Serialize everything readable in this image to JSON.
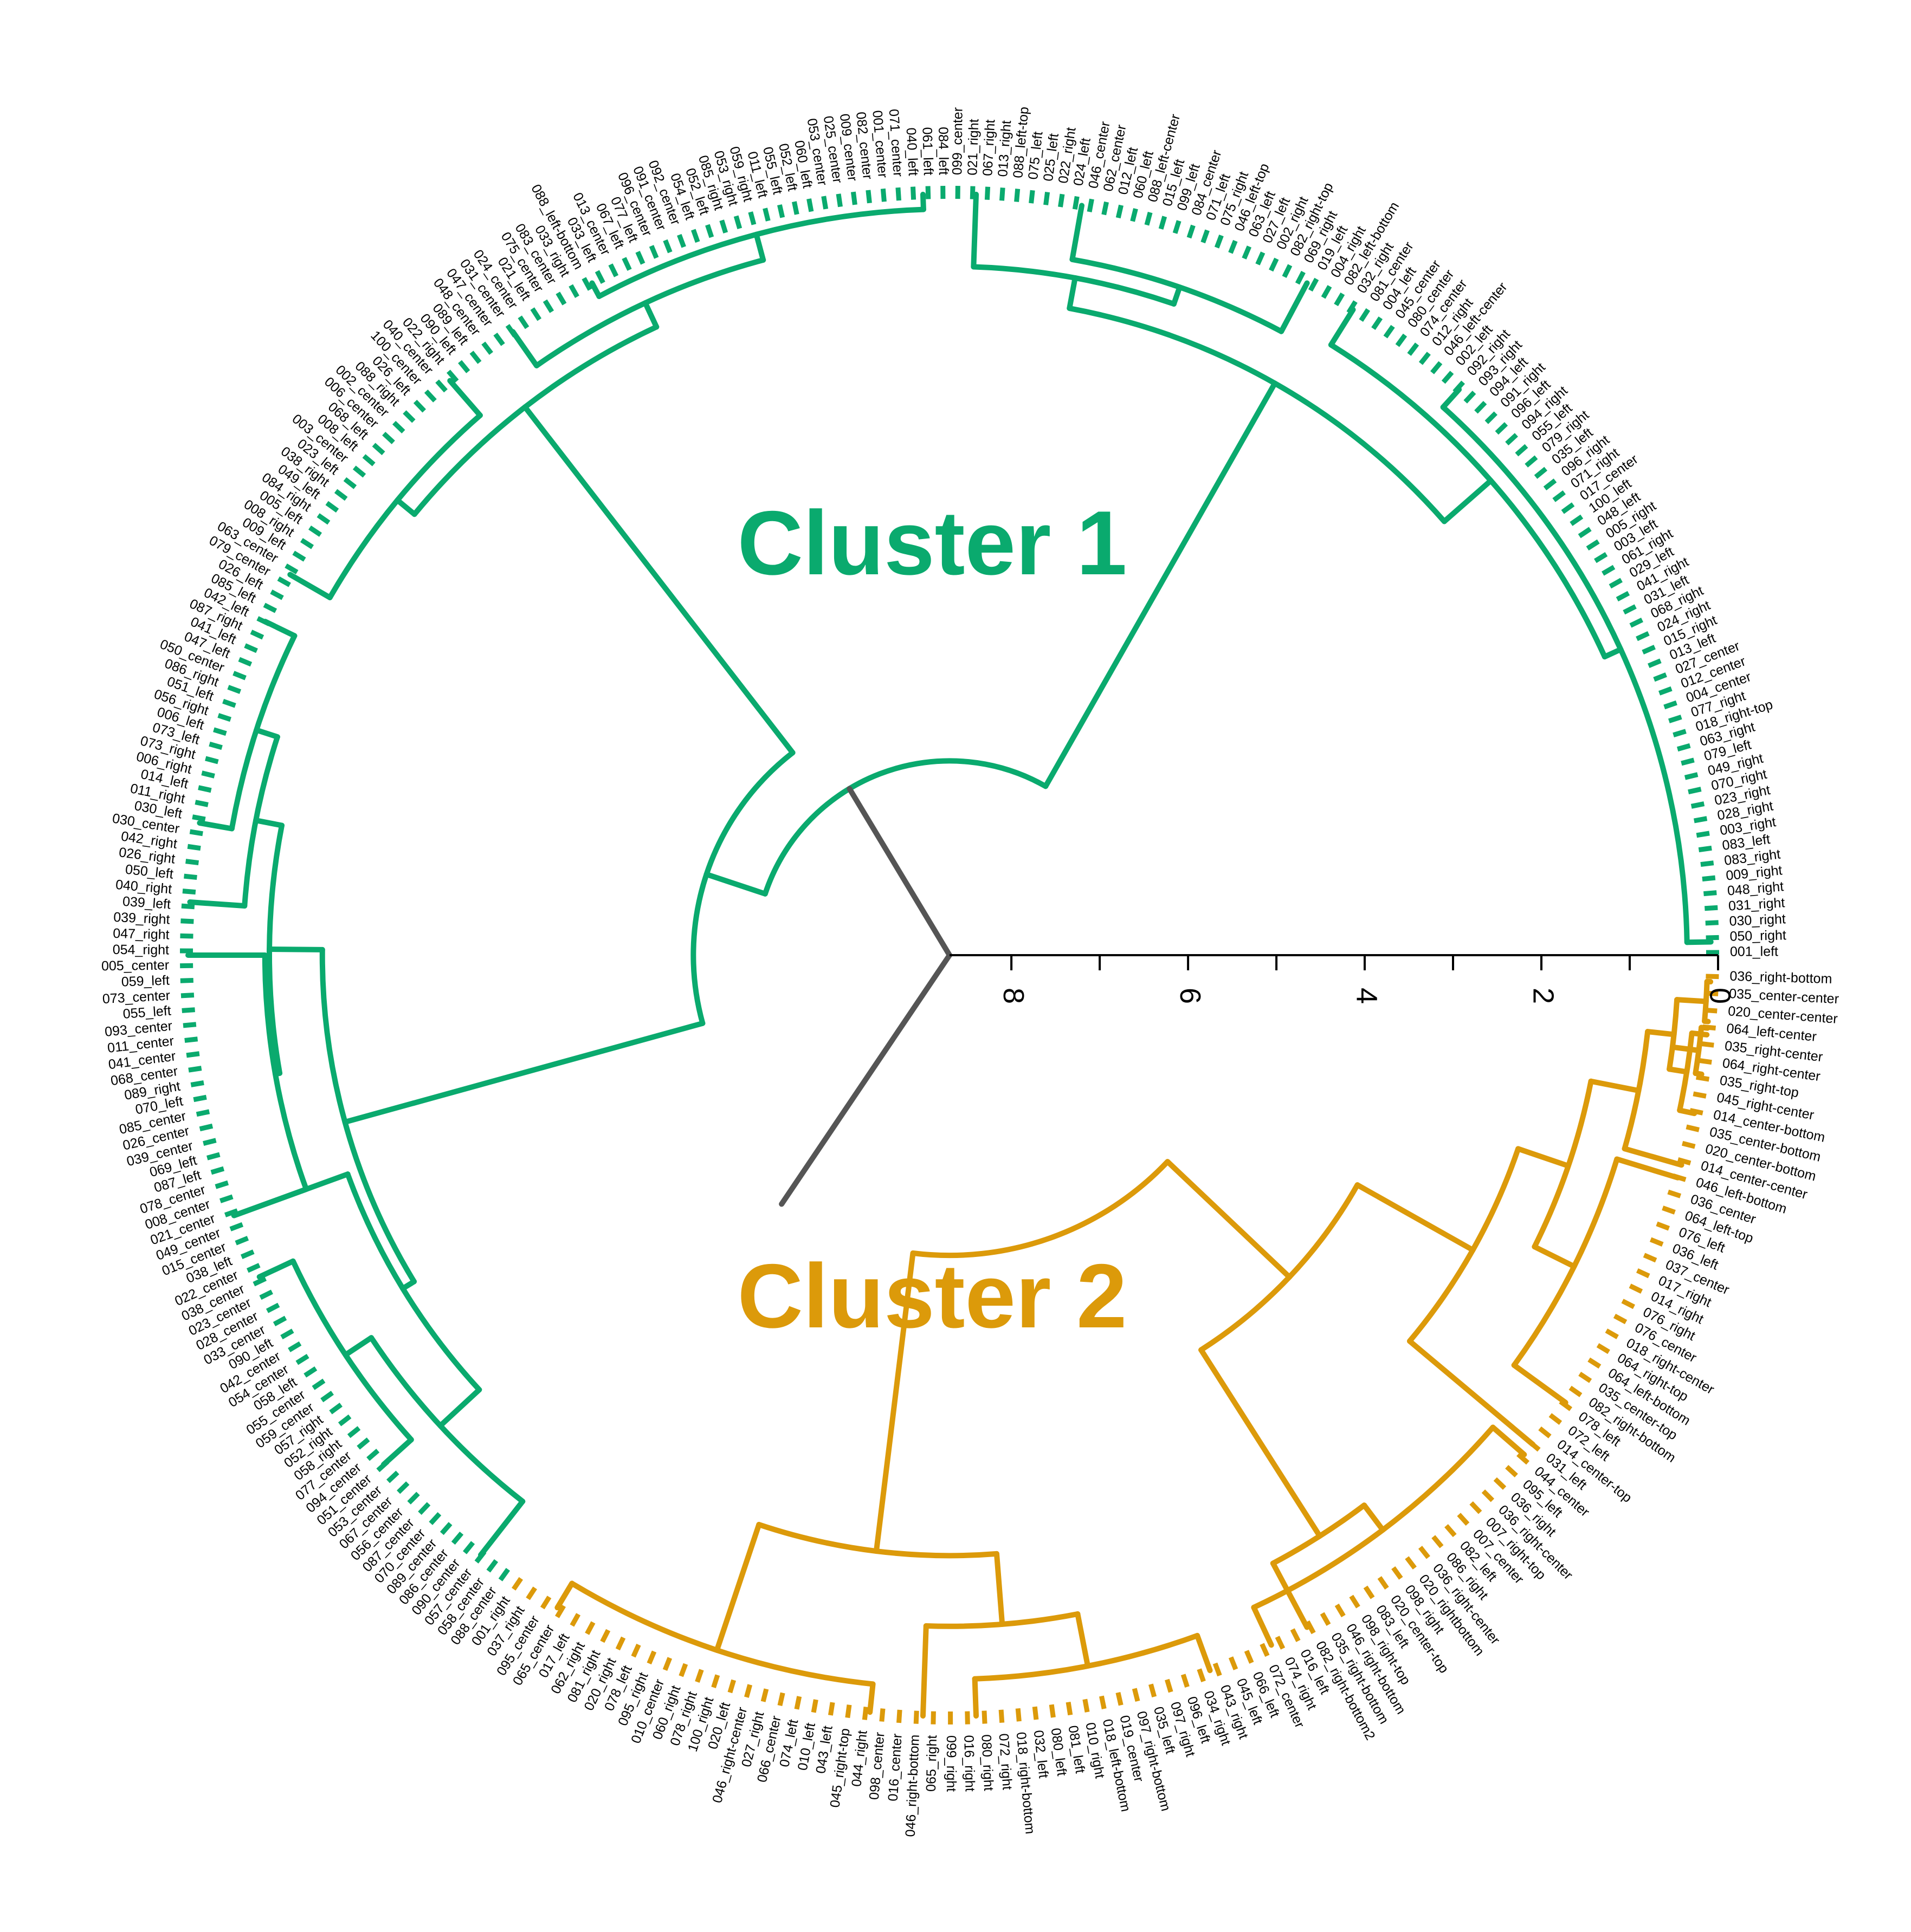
{
  "colors": {
    "cluster1": "#0aaa6e",
    "cluster2": "#dc9a0a",
    "root": "#555555",
    "axis": "#000000"
  },
  "cluster_labels": {
    "cluster1": "Cluster 1",
    "cluster2": "Cluster 2"
  },
  "scale": {
    "ticks": [
      "8",
      "6",
      "4",
      "2",
      "0"
    ],
    "tick_values": [
      8,
      6,
      4,
      2,
      0
    ],
    "range": [
      0,
      9
    ]
  },
  "leaves": {
    "cluster1_ccw": [
      "001_left",
      "050_right",
      "030_right",
      "031_right",
      "048_right",
      "009_right",
      "083_right",
      "083_left",
      "003_right",
      "028_right",
      "023_right",
      "070_right",
      "049_right",
      "079_left",
      "063_right",
      "018_right-top",
      "077_right",
      "004_center",
      "012_center",
      "027_center",
      "013_left",
      "015_right",
      "024_right",
      "068_right",
      "031_left",
      "041_right",
      "029_left",
      "061_right",
      "003_left",
      "005_right",
      "048_left",
      "100_left",
      "017_center",
      "071_right",
      "096_right",
      "035_left",
      "079_right",
      "055_left",
      "094_right",
      "096_left",
      "091_right",
      "094_left",
      "093_right",
      "092_right",
      "002_left",
      "046_left-center",
      "012_right",
      "074_center",
      "080_center",
      "045_center",
      "004_left",
      "081_center",
      "032_right",
      "082_left-bottom",
      "004_right",
      "019_left",
      "069_right",
      "082_right-top",
      "002_right",
      "027_left",
      "063_left",
      "046_left-top",
      "075_right",
      "071_left",
      "084_center",
      "099_left",
      "015_left",
      "088_left-center",
      "060_left",
      "012_left",
      "062_center",
      "046_center",
      "024_left",
      "022_right",
      "025_left",
      "075_left",
      "088_left-top",
      "013_right",
      "067_right",
      "021_right",
      "099_center",
      "084_left",
      "061_left",
      "040_left",
      "071_center",
      "001_center",
      "082_center",
      "009_center",
      "025_center",
      "053_center",
      "060_left",
      "052_left",
      "055_left",
      "011_left",
      "059_right",
      "053_right",
      "085_right",
      "052_left",
      "054_left",
      "092_center",
      "091_center",
      "096_center",
      "077_left",
      "067_left",
      "013_center",
      "033_left",
      "088_left-bottom",
      "033_right",
      "083_center",
      "075_center",
      "021_left",
      "024_center",
      "031_center",
      "047_center",
      "048_center",
      "089_left",
      "090_left",
      "022_right",
      "040_center",
      "100_center",
      "026_left",
      "088_right",
      "002_center",
      "006_center",
      "068_left",
      "008_left",
      "003_center",
      "023_left",
      "038_right",
      "049_left",
      "084_right",
      "005_left",
      "008_right",
      "009_left",
      "063_center",
      "079_center",
      "026_left",
      "085_left",
      "042_left",
      "087_right",
      "041_left",
      "047_left",
      "050_center",
      "086_right",
      "051_left",
      "056_right",
      "006_left",
      "073_left",
      "073_right",
      "006_right",
      "014_left",
      "011_right",
      "030_left",
      "030_center",
      "042_right",
      "026_right",
      "050_left",
      "040_right",
      "039_left",
      "039_right",
      "047_right",
      "054_right",
      "005_center",
      "059_left",
      "073_center",
      "055_left",
      "093_center",
      "011_center",
      "041_center",
      "068_center",
      "089_right",
      "070_left",
      "085_center",
      "026_center",
      "039_center",
      "069_left",
      "087_left",
      "078_center",
      "008_center",
      "021_center",
      "049_center",
      "015_center",
      "038_left",
      "022_center",
      "038_center",
      "023_center",
      "028_center",
      "033_center",
      "090_left",
      "042_center",
      "054_center",
      "058_left",
      "055_center",
      "059_center",
      "057_right",
      "052_right",
      "058_right",
      "077_center",
      "094_center",
      "051_center",
      "053_center",
      "067_center",
      "056_center",
      "087_center",
      "070_center",
      "089_center",
      "086_center",
      "090_center",
      "057_center",
      "058_center",
      "088_center"
    ],
    "cluster2_cw": [
      "036_right-bottom",
      "035_center-center",
      "020_center-center",
      "064_left-center",
      "035_right-center",
      "064_right-center",
      "035_right-top",
      "045_right-center",
      "014_center-bottom",
      "035_center-bottom",
      "020_center-bottom",
      "014_center-center",
      "046_left-bottom",
      "036_center",
      "064_left-top",
      "076_left",
      "036_left",
      "037_center",
      "017_right",
      "014_right",
      "076_right",
      "076_center",
      "018_right-center",
      "064_right-top",
      "064_left-bottom",
      "035_center-top",
      "082_right-bottom",
      "078_left",
      "072_left",
      "014_center-top",
      "031_left",
      "044_center",
      "095_left",
      "036_right",
      "036_right-center",
      "007_right-top",
      "007_center",
      "082_left",
      "086_right",
      "036_right-center",
      "020_rightbottom",
      "098_right",
      "020_center-top",
      "083_left",
      "098_right-top",
      "046_right-bottom",
      "035_right-bottom",
      "082_right-bottom2",
      "016_left",
      "074_right",
      "072_center",
      "066_left",
      "045_left",
      "043_right",
      "034_right",
      "096_left",
      "097_right",
      "035_left",
      "097_right-bottom",
      "019_center",
      "018_left-bottom",
      "010_right",
      "081_left",
      "080_left",
      "032_left",
      "018_right-bottom",
      "072_right",
      "080_right",
      "016_right",
      "099_right",
      "065_right",
      "046_right-bottom",
      "016_center",
      "098_center",
      "044_right",
      "045_right-top",
      "043_left",
      "010_left",
      "074_left",
      "066_center",
      "027_right",
      "046_right-center",
      "020_left",
      "100_right",
      "078_right",
      "060_right",
      "010_center",
      "095_right",
      "078_left",
      "020_right",
      "081_right",
      "062_right",
      "017_left",
      "065_center",
      "095_center",
      "037_right",
      "001_right"
    ]
  }
}
